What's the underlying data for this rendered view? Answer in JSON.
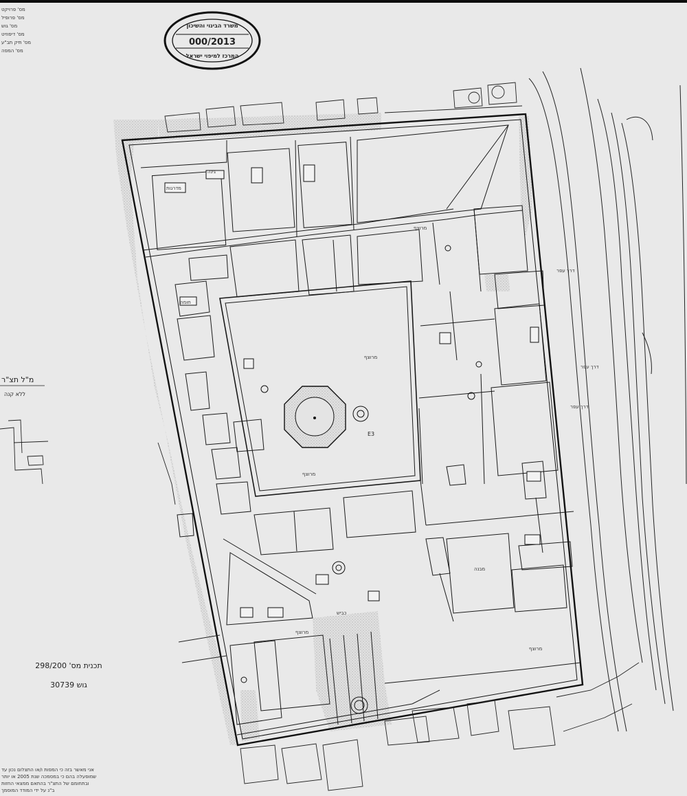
{
  "stamp": {
    "top_text": "משרד הבינוי והשיכון",
    "number": "000/2013",
    "bottom_text": "המרכז למיפוי ישראל"
  },
  "corner_list": [
    "מס' פרויקט",
    "מס' פרופיל",
    "מס' גוש",
    "מס' דיפוזיט",
    "מס' תיק תב\"ע",
    "מס' המפה"
  ],
  "left_label": {
    "title": "מ\"ל תצ\"ר",
    "subtitle": "ללא קנה"
  },
  "plan_number": "תכנית מס' 298/200",
  "block_number": "30739 גוש",
  "disclaimer": [
    "אני מאשר בזה כי המפות ו/או התצלום נכון עד",
    "שמופעלה בהם כי במסמכה שנת 2005 או יותר",
    "ובתחומם של התצ\"ר בהתאם ממצאי החזות",
    "ב\"נ על ידי המודד המוסמך"
  ],
  "map_labels": {
    "courtyard_main": "מרוצף",
    "courtyard_east": "מרוצף",
    "plaza": "מרוצף",
    "road": "כביש",
    "road_east_1": "דרך עפר",
    "road_east_2": "דרך עפר",
    "road_east_3": "דרך עפר",
    "building": "מבנה",
    "park": "גינה",
    "stairs": "מדרגות",
    "wall": "חומה",
    "paved_south": "מרוצף",
    "paved_north": "מרוצף",
    "code": "E3"
  }
}
